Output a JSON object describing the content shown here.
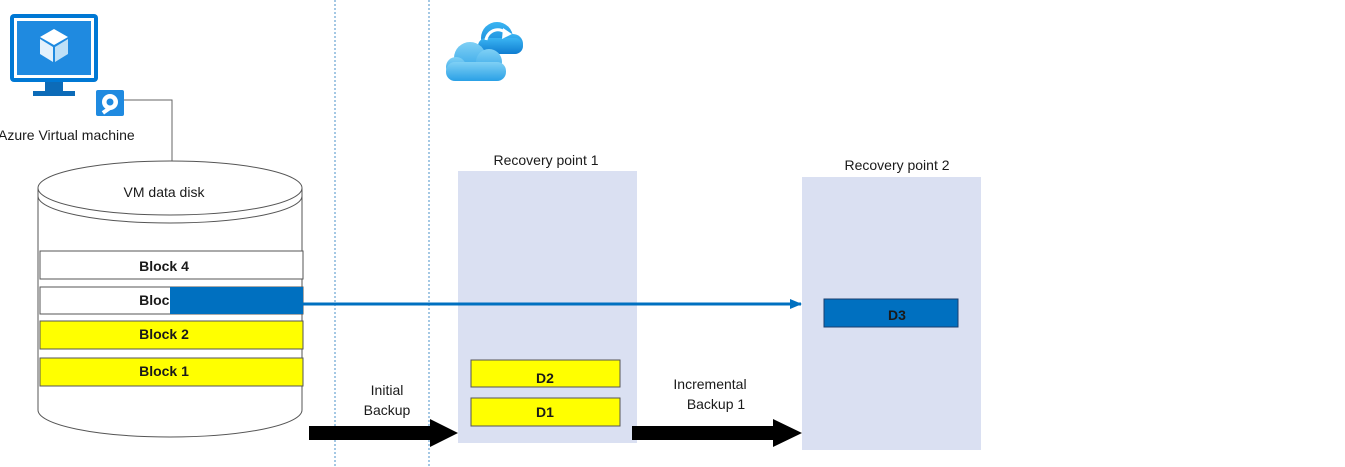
{
  "vm": {
    "label": "Azure Virtual machine",
    "disk_label": "VM data disk",
    "blocks": [
      "Block 4",
      "Block 3",
      "Block 2",
      "Block 1"
    ]
  },
  "recovery_point_1": {
    "title": "Recovery point 1",
    "blocks": [
      "D2",
      "D1"
    ]
  },
  "recovery_point_2": {
    "title": "Recovery point 2",
    "blocks": [
      "D3"
    ]
  },
  "steps": {
    "initial_backup": [
      "Initial",
      "Backup"
    ],
    "incremental_backup": [
      "Incremental",
      "Backup 1"
    ]
  },
  "icons": {
    "vm": "virtual-machine-icon",
    "cloud": "cloud-backup-icon"
  },
  "colors": {
    "changed_block": "#0070c0",
    "backed_block": "#ffff00",
    "recovery_panel": "#dae0f2",
    "arrow": "#000000",
    "icon_blue": "#0078d4"
  }
}
